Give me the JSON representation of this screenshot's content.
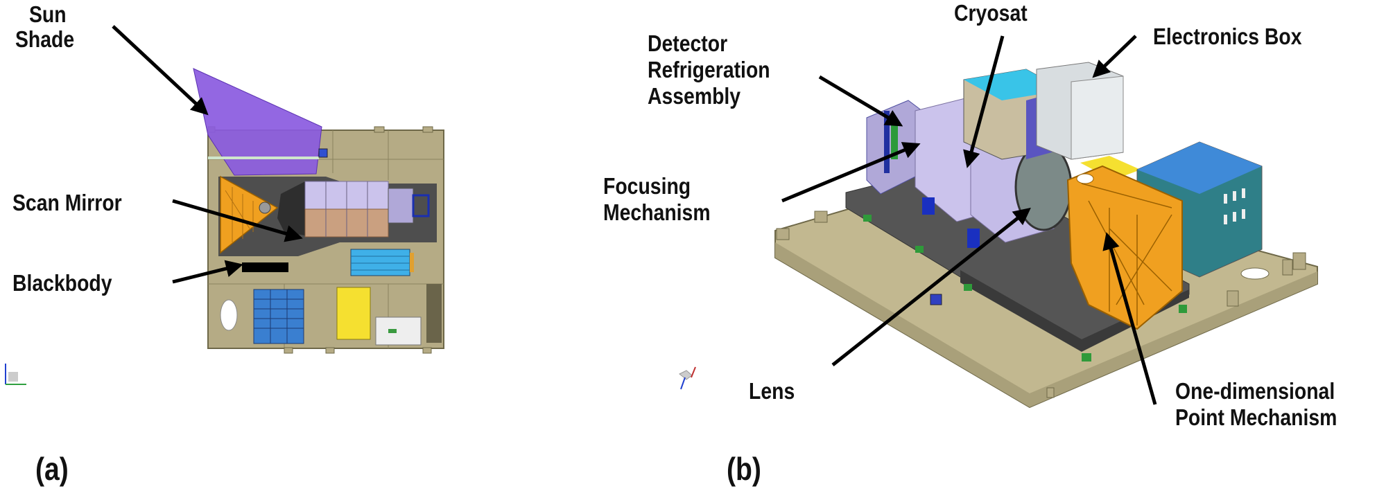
{
  "panel_a": {
    "tag": "(a)",
    "labels": {
      "sun_shade_1": "Sun",
      "sun_shade_2": "Shade",
      "scan_mirror": "Scan Mirror",
      "blackbody": "Blackbody"
    }
  },
  "panel_b": {
    "tag": "(b)",
    "labels": {
      "detector_1": "Detector",
      "detector_2": "Refrigeration",
      "detector_3": "Assembly",
      "cryosat": "Cryosat",
      "electronics_box": "Electronics Box",
      "focusing_1": "Focusing",
      "focusing_2": "Mechanism",
      "lens": "Lens",
      "point_1": "One-dimensional",
      "point_2": "Point Mechanism"
    }
  },
  "colors": {
    "plate": "#b5ab85",
    "sun_shade": "#8a5ae0",
    "mirror_frame": "#f0a020",
    "bench": "#505050",
    "lens_body": "#c8c0ec",
    "electronics_blue": "#3a7fd0",
    "yellow_box": "#f5e030"
  }
}
